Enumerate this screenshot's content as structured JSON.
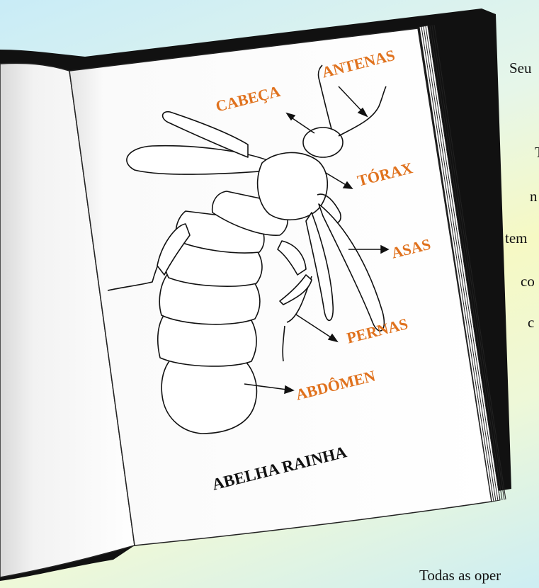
{
  "side_text": {
    "line1": "Seu",
    "line2": "T",
    "line3": "n",
    "line4": "tem",
    "line5": "co",
    "line6": "c",
    "bottom": "Todas as oper"
  },
  "labels": {
    "antenas": "ANTENAS",
    "cabeca": "CABEÇA",
    "torax": "TÓRAX",
    "asas": "ASAS",
    "pernas": "PERNAS",
    "abdomen": "ABDÔMEN"
  },
  "caption": "ABELHA RAINHA",
  "colors": {
    "label": "#e0721e",
    "book_cover": "#111111",
    "page": "#ffffff"
  }
}
